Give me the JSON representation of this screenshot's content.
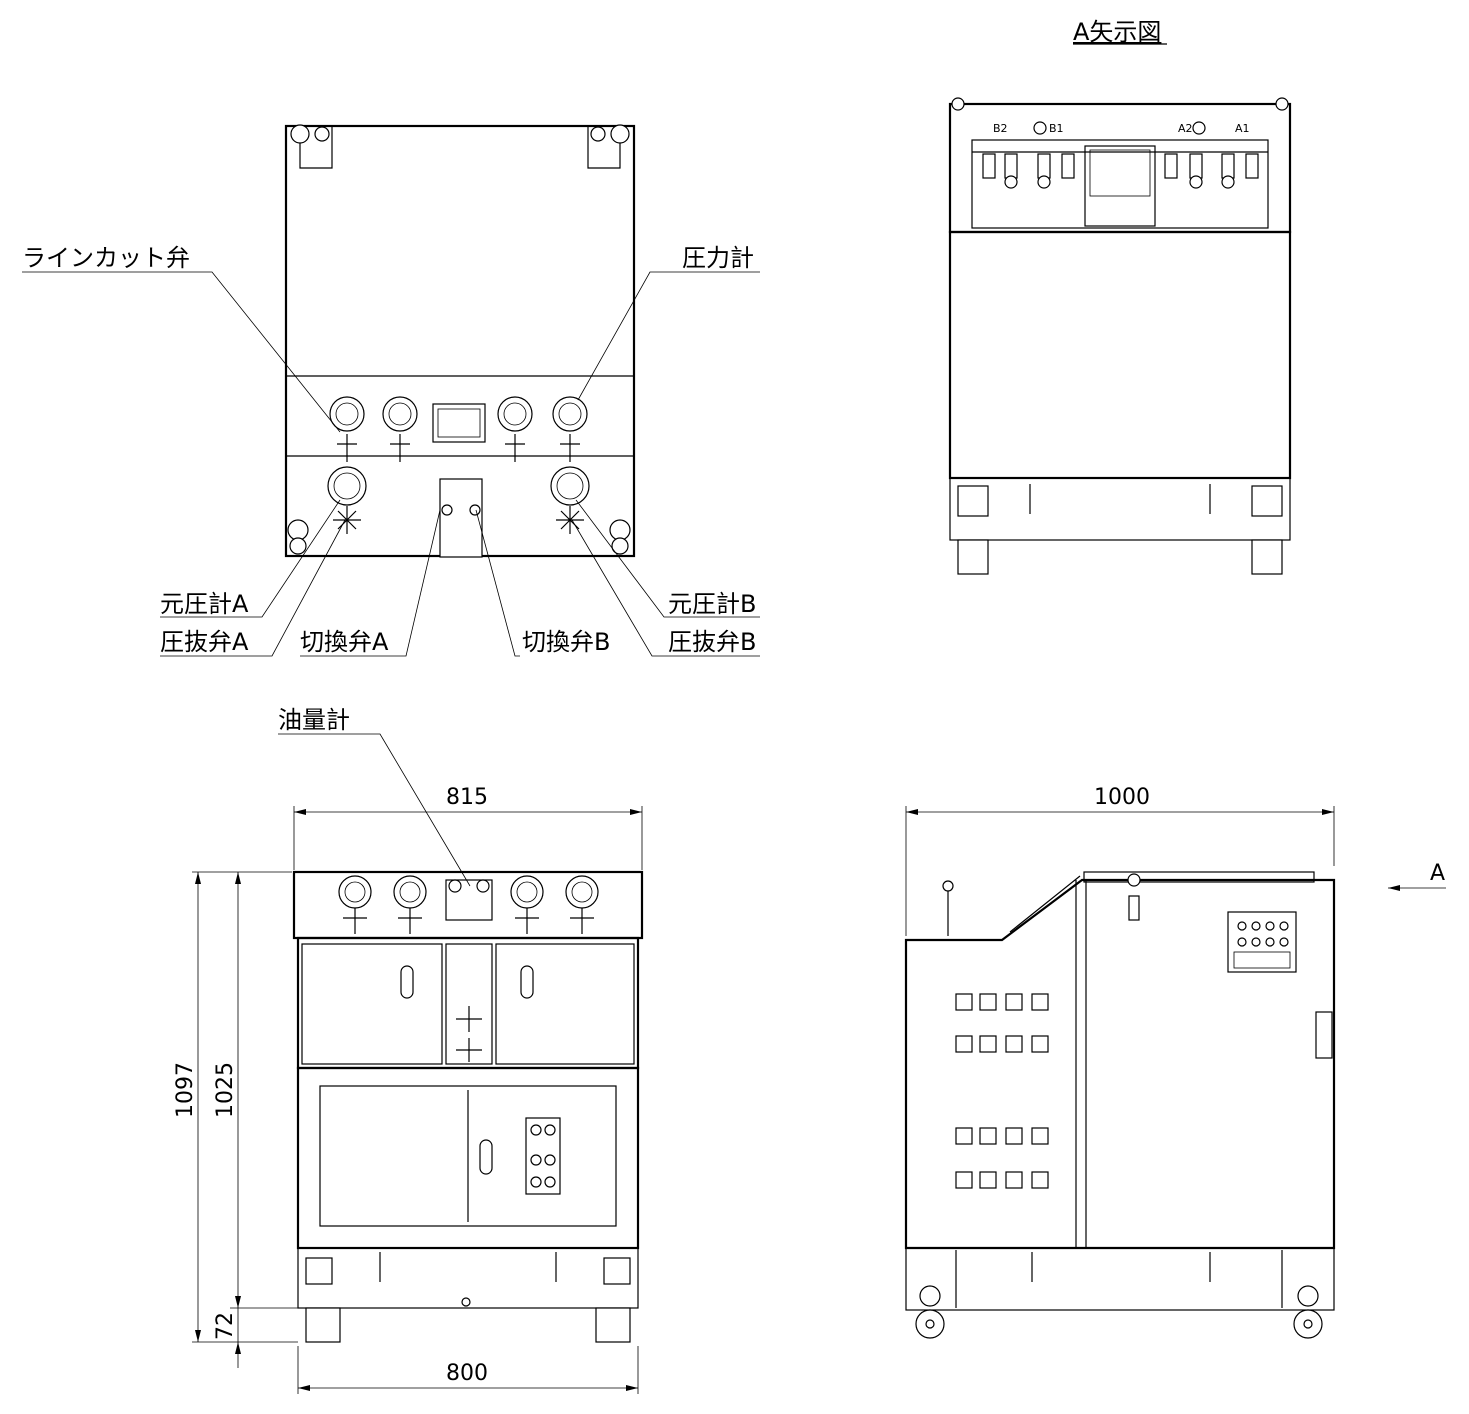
{
  "title": "A矢示図",
  "arrow_label": "A",
  "labels": {
    "line_cut_valve": "ラインカット弁",
    "pressure_gauge": "圧力計",
    "source_gauge_a": "元圧計A",
    "relief_valve_a": "圧抜弁A",
    "switch_valve_a": "切換弁A",
    "switch_valve_b": "切換弁B",
    "source_gauge_b": "元圧計B",
    "relief_valve_b": "圧抜弁B",
    "oil_level_gauge": "油量計"
  },
  "ports": {
    "b2": "B2",
    "b1": "B1",
    "a2": "A2",
    "a1": "A1"
  },
  "dimensions": {
    "front_width": "815",
    "base_width": "800",
    "total_height": "1097",
    "body_height": "1025",
    "caster_height": "72",
    "side_length": "1000"
  }
}
